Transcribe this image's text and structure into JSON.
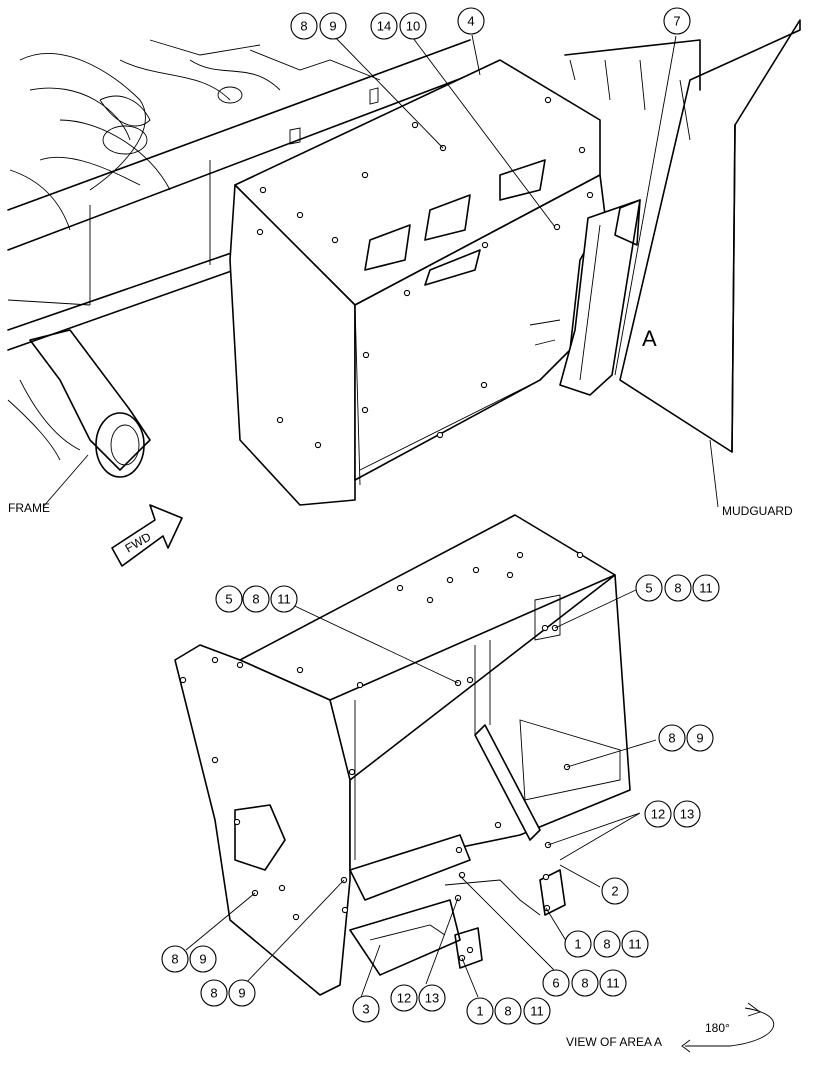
{
  "labels": {
    "frame": "FRAME",
    "mudguard": "MUDGUARD",
    "fwd": "FWD",
    "area_marker": "A",
    "view_caption": "VIEW OF AREA A",
    "rotation": "180°"
  },
  "callouts": {
    "top_8": "8",
    "top_9": "9",
    "top_14": "14",
    "top_10": "10",
    "top_4": "4",
    "top_7": "7",
    "ul_5": "5",
    "ul_8": "8",
    "ul_11": "11",
    "ur_5": "5",
    "ur_8": "8",
    "ur_11": "11",
    "mr_8": "8",
    "mr_9": "9",
    "r_12": "12",
    "r_13": "13",
    "r_2": "2",
    "rb_1": "1",
    "rb_8": "8",
    "rb_11": "11",
    "b_6": "6",
    "b_8": "8",
    "b_11": "11",
    "bc_1": "1",
    "bc_8": "8",
    "bc_11": "11",
    "bl_12": "12",
    "bl_13": "13",
    "bl_3": "3",
    "l1_8": "8",
    "l1_9": "9",
    "l2_8": "8",
    "l2_9": "9"
  }
}
